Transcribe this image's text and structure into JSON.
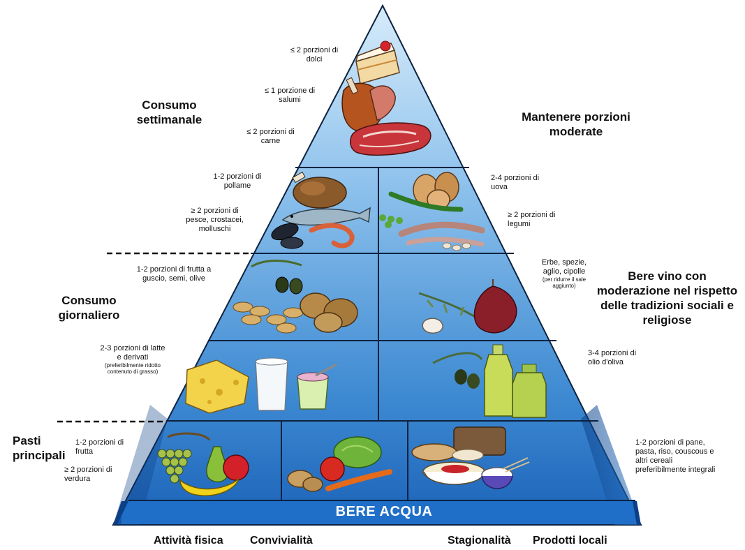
{
  "colors": {
    "pyramid_light": "#c9e3f7",
    "pyramid_mid": "#4f9ad9",
    "pyramid_dark": "#1a5fb4",
    "water_band": "#1f6fc8",
    "divider": "#0c2240",
    "dashed_line": "#111111"
  },
  "headings": {
    "weekly": "Consumo settimanale",
    "daily": "Consumo giornaliero",
    "meals": "Pasti principali",
    "portions": "Mantenere porzioni moderate",
    "wine": "Bere vino con moderazione nel rispetto delle tradizioni sociali e religiose"
  },
  "labels": {
    "sweets": "≤ 2 porzioni di dolci",
    "cured_meats": "≤ 1 porzione di salumi",
    "meat": "≤ 2 porzioni di carne",
    "poultry": "1-2 porzioni di pollame",
    "fish": "≥ 2 porzioni di pesce, crostacei, molluschi",
    "eggs": "2-4 porzioni di uova",
    "legumes": "≥ 2 porzioni di legumi",
    "nuts": "1-2 porzioni di frutta a guscio, semi, olive",
    "herbs": "Erbe, spezie, aglio, cipolle",
    "herbs_note": "(per ridurre il sale aggiunto)",
    "dairy": "2-3 porzioni di latte e derivati",
    "dairy_note": "(preferibilmente ridotto contenuto di grasso)",
    "olive_oil": "3-4 porzioni di olio d'oliva",
    "fruit": "1-2 porzioni di frutta",
    "vegetables": "≥ 2 porzioni di verdura",
    "cereals": "1-2 porzioni di pane, pasta, riso, couscous e altri cereali preferibilmente integrali"
  },
  "water_band": "BERE ACQUA",
  "bottom": {
    "activity": "Attività fisica",
    "conviviality": "Convivialità",
    "seasonality": "Stagionalità",
    "local": "Prodotti locali"
  },
  "icons": [
    "cake-icon",
    "ham-icon",
    "steak-icon",
    "chicken-icon",
    "fish-icon",
    "mussels-icon",
    "shrimp-icon",
    "eggs-icon",
    "legumes-icon",
    "olives-icon",
    "peanuts-icon",
    "walnuts-icon",
    "garlic-icon",
    "onion-icon",
    "herbs-icon",
    "cheese-icon",
    "milk-glass-icon",
    "yogurt-icon",
    "olive-oil-bottle-icon",
    "grapes-icon",
    "pear-icon",
    "apple-icon",
    "banana-icon",
    "tomato-icon",
    "lettuce-icon",
    "potato-icon",
    "carrot-icon",
    "bread-icon",
    "pasta-bowl-icon",
    "rice-bowl-icon"
  ]
}
